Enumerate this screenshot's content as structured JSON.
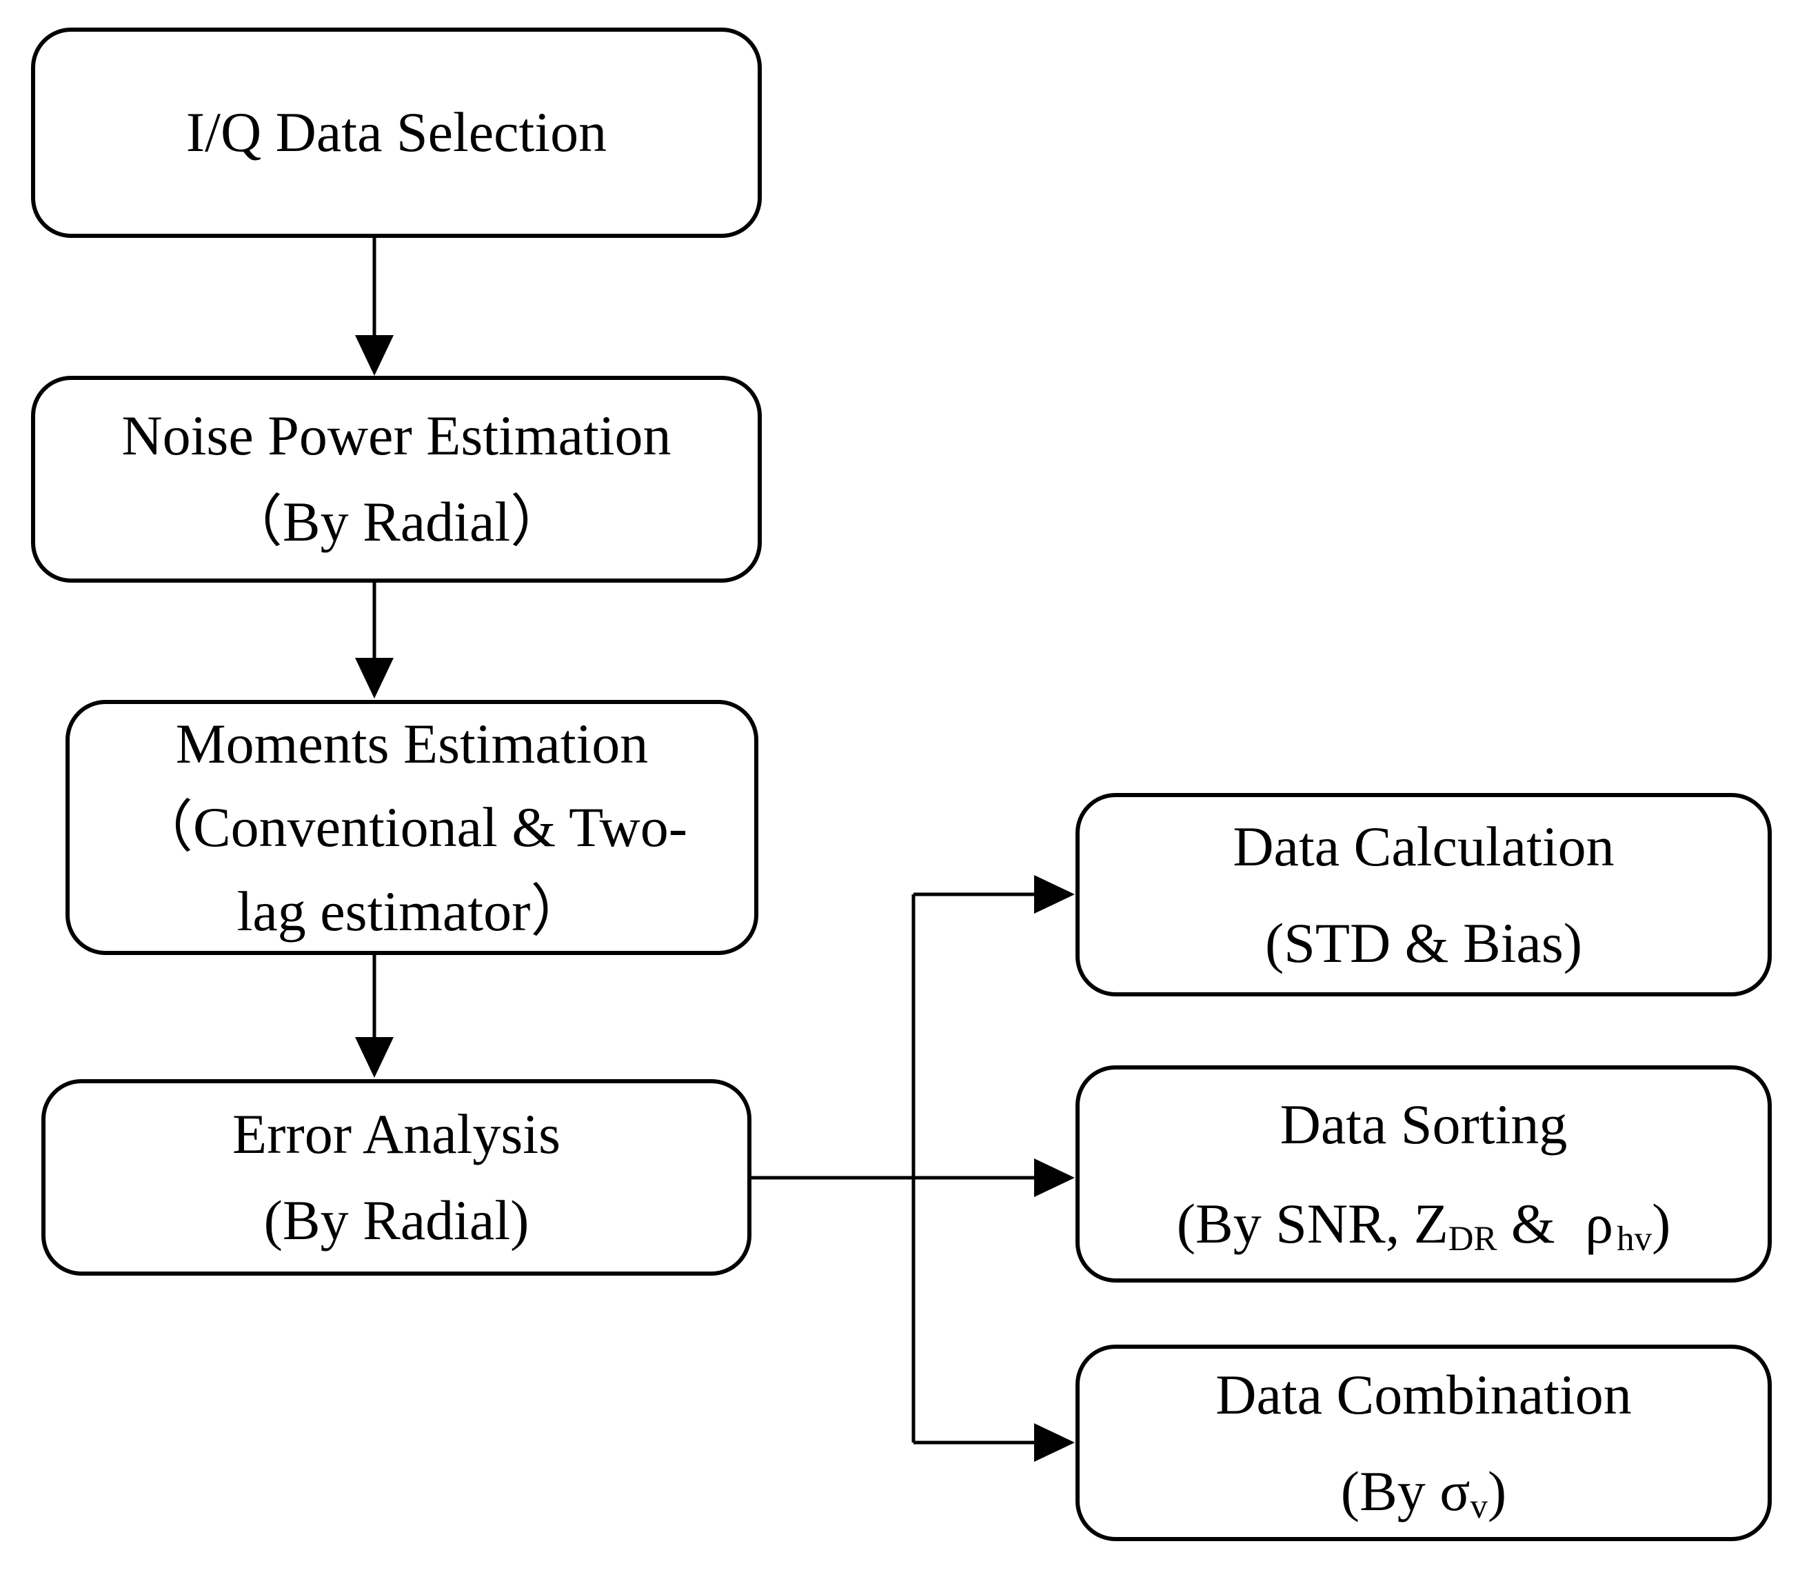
{
  "colors": {
    "ink": "#000000",
    "background": "#ffffff"
  },
  "diagram": {
    "left_boxes": [
      {
        "lines": [
          "I/Q Data Selection"
        ]
      },
      {
        "lines": [
          "Noise Power Estimation",
          "（By Radial）"
        ]
      },
      {
        "lines": [
          "Moments Estimation",
          "（Conventional & Two-",
          "lag estimator）"
        ]
      },
      {
        "lines": [
          "Error Analysis",
          "(By Radial)"
        ]
      }
    ],
    "right_boxes": [
      {
        "line1": "Data Calculation",
        "line2": "(STD & Bias)"
      },
      {
        "line1": "Data Sorting",
        "line2_parts": {
          "prefix": "(By SNR, Z",
          "sub_zdr": "DR",
          "amp": " & ",
          "rho": "ρ",
          "sub_rho": "hv",
          "suffix": ")"
        }
      },
      {
        "line1": "Data Combination",
        "line2_parts": {
          "prefix": "(By ",
          "sigma": "σ",
          "sub_sigma": "v",
          "suffix": ")"
        }
      }
    ]
  }
}
